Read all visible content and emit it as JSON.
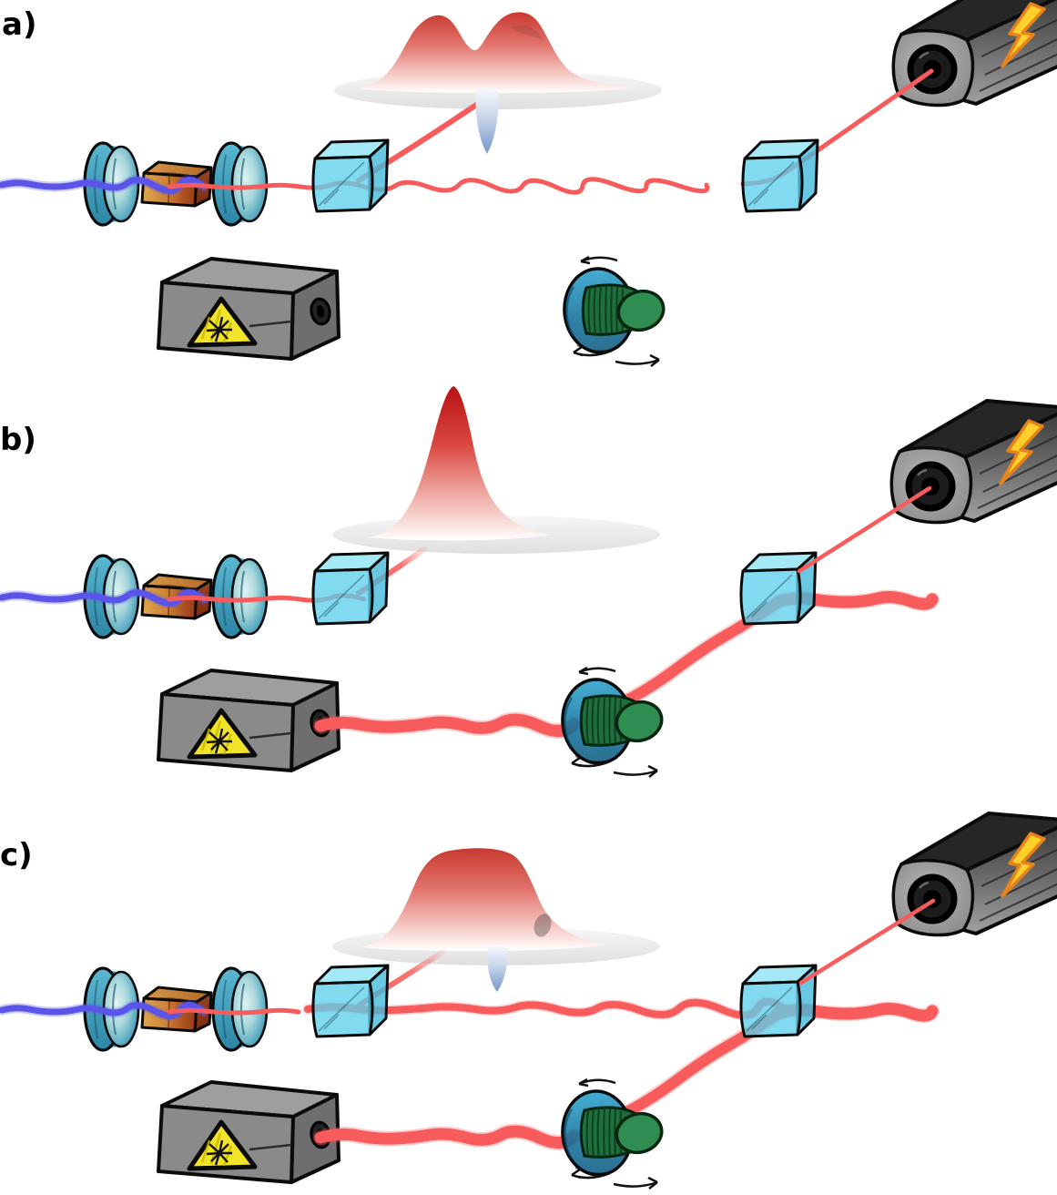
{
  "panels": [
    {
      "label": "a)",
      "mode_plot": "two-lobe red surface with central blue negative dip",
      "laser_beam_visible": false
    },
    {
      "label": "b)",
      "mode_plot": "single tall red gaussian peak",
      "laser_beam_visible": true
    },
    {
      "label": "c)",
      "mode_plot": "wide flat-top red mound with offset blue negative dip",
      "laser_beam_visible": true
    }
  ],
  "colors": {
    "beam_blue": "#5a55e8",
    "beam_red": "#f85b5b",
    "lens_cyan": "#4fb0cd",
    "cube_cyan": "#5ecfec",
    "crystal_orange": "#cd8136",
    "laser_gray": "#8a8a8a",
    "detector_gray": "#555555",
    "mirror_blue": "#1179a3",
    "knob_green": "#2f8d52",
    "warning_yellow": "#f1e32a",
    "bolt_yellow": "#ffd02a",
    "surface_red": "#d94840",
    "surface_dip_blue": "#8aa6d4"
  }
}
